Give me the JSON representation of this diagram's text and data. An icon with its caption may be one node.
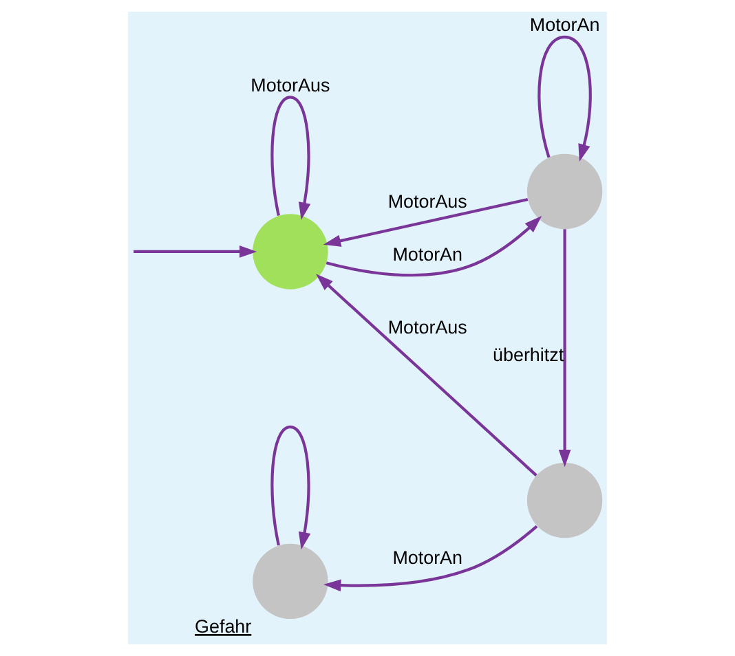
{
  "diagram": {
    "nodes": [
      {
        "text": [],
        "shape": "circle"
      },
      {
        "text": [],
        "shape": "circle"
      },
      {
        "text": [],
        "shape": "circle"
      },
      {
        "text": [],
        "shape": "circle",
        "beside": [
          "Gefahr"
        ]
      }
    ],
    "edges": [
      {
        "from": null,
        "to": 0,
        "arrow": "to"
      },
      {
        "from": 0,
        "to": 0,
        "arrow": "to",
        "label": "MotorAus"
      },
      {
        "from": 1,
        "to": 0,
        "arrow": "to",
        "label": "MotorAus"
      },
      {
        "from": 0,
        "to": 1,
        "arrow": "to",
        "label": "MotorAn"
      },
      {
        "from": 1,
        "to": 1,
        "arrow": "to",
        "label": "MotorAn"
      },
      {
        "from": 1,
        "to": 2,
        "arrow": "to",
        "label": "überhitzt"
      },
      {
        "from": 2,
        "to": 0,
        "arrow": "to",
        "label": "MotorAus"
      },
      {
        "from": 2,
        "to": 3,
        "arrow": "to",
        "label": "MotorAn"
      },
      {
        "from": 3,
        "to": 3,
        "arrow": "to"
      }
    ]
  }
}
